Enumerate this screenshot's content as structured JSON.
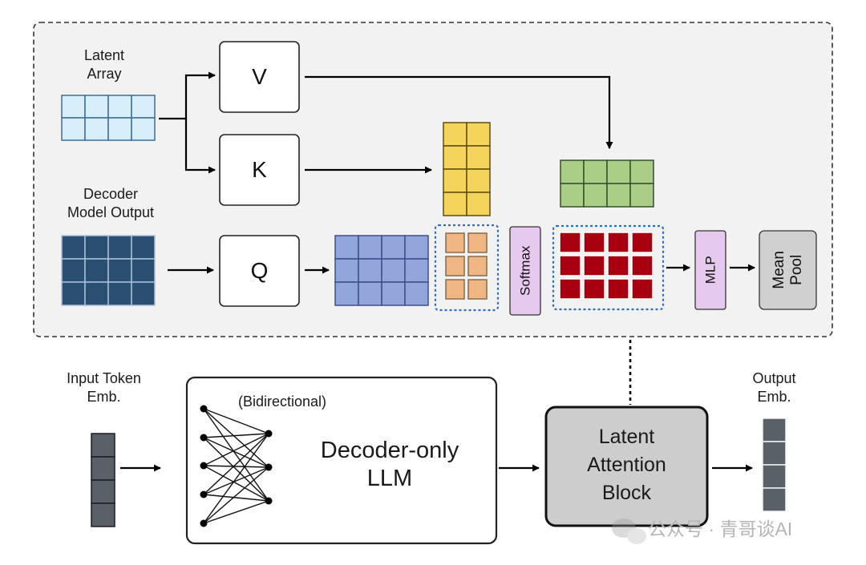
{
  "latent_attention": {
    "latent_array_label": "Latent\nArray",
    "decoder_output_label": "Decoder\nModel Output",
    "v_label": "V",
    "k_label": "K",
    "q_label": "Q",
    "softmax_label": "Softmax",
    "mlp_label": "MLP",
    "mean_pool_label": "Mean\nPool"
  },
  "pipeline": {
    "input_label": "Input Token\nEmb.",
    "bidirectional_label": "(Bidirectional)",
    "llm_label": "Decoder-only\nLLM",
    "block_label": "Latent\nAttention\nBlock",
    "output_label": "Output\nEmb."
  },
  "watermark": {
    "text": "公众号 · 青哥谈AI"
  },
  "colors": {
    "latent_array": "#d9eefb",
    "decoder_output": "#2b4f72",
    "attention_input": "#93a6dc",
    "key_matrix": "#f5d45c",
    "scores": "#f0b784",
    "value_matrix": "#a9cf86",
    "weighted": "#a80010",
    "softmax_mlp": "#e6c9ee",
    "mean_pool": "#d0d0d0",
    "block": "#cdcdcd",
    "embedding": "#5a6068",
    "dotted_border": "#2e6fc0"
  }
}
